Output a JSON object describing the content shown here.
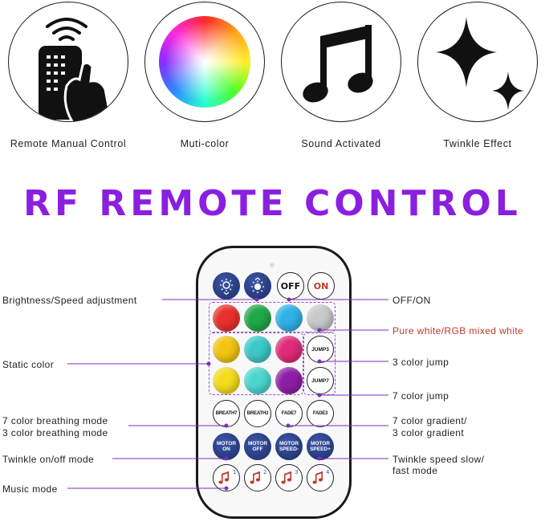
{
  "features": [
    {
      "label": "Remote Manual Control",
      "icon": "remote-hand-icon"
    },
    {
      "label": "Muti-color",
      "icon": "color-wheel-icon"
    },
    {
      "label": "Sound Activated",
      "icon": "music-note-icon"
    },
    {
      "label": "Twinkle Effect",
      "icon": "sparkle-icon"
    }
  ],
  "title": "RF REMOTE CONTROL",
  "callouts": {
    "brightness": "Brightness/Speed adjustment",
    "static_color": "Static color",
    "breathing_1": "7 color breathing mode",
    "breathing_2": "3 color breathing mode",
    "twinkle_onoff": "Twinkle on/off mode",
    "music": "Music mode",
    "off_on": "OFF/ON",
    "pure_white": "Pure white/RGB mixed white",
    "jump3": "3 color jump",
    "jump7": "7 color jump",
    "gradient_1": "7 color gradient/",
    "gradient_2": "3 color gradient",
    "twinkle_speed_1": "Twinkle speed slow/",
    "twinkle_speed_2": "fast mode"
  },
  "remote": {
    "off": "OFF",
    "on": "ON",
    "jump3": "JUMP3",
    "jump7": "JUMP7",
    "breath7": "BREATH7",
    "breath3": "BREATH3",
    "fade7": "FADE7",
    "fade3": "FADE3",
    "motor_on_1": "MOTOR",
    "motor_on_2": "ON",
    "motor_off_1": "MOTOR",
    "motor_off_2": "OFF",
    "speed_down_1": "MOTOR",
    "speed_down_2": "SPEED-",
    "speed_up_1": "MOTOR",
    "speed_up_2": "SPEED+",
    "music_nums": [
      "1",
      "2",
      "3",
      "4"
    ]
  },
  "colors": {
    "title": "#8a1fe0",
    "callout_line": "#7b2fb8",
    "highlight_text": "#c0392b",
    "red": "#e8312a",
    "green": "#1fa84a",
    "blue": "#2fb1e8",
    "white": "#c9c9c9",
    "yellow": "#f2c511",
    "cyan": "#3cc8c8",
    "pink": "#e02a7a",
    "purple": "#8d1ea6"
  }
}
